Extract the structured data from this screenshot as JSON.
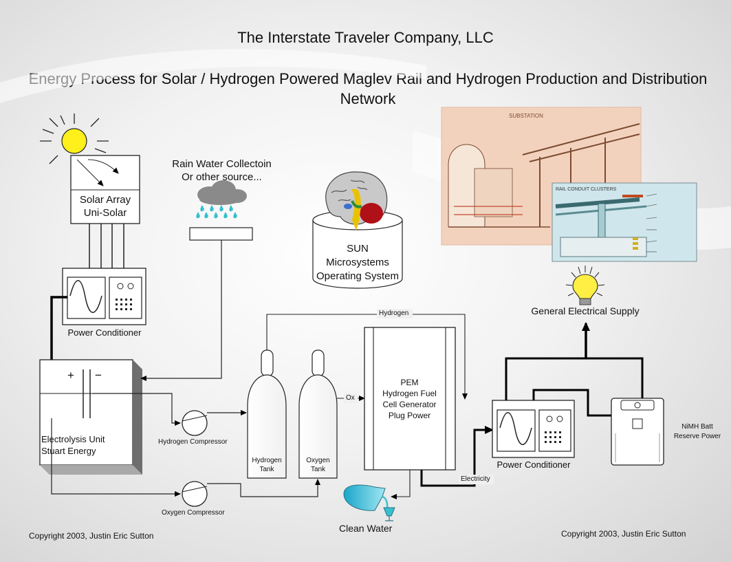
{
  "title": "The Interstate Traveler Company, LLC",
  "subtitle": "Energy Process for Solar / Hydrogen Powered Maglev Rail and Hydrogen Production and Distribution Network",
  "labels": {
    "solar_array_1": "Solar Array",
    "solar_array_2": "Uni-Solar",
    "power_conditioner_left": "Power Conditioner",
    "rain_1": "Rain Water Collectoin",
    "rain_2": "Or other source...",
    "sun_1": "SUN",
    "sun_2": "Microsystems",
    "sun_3": "Operating System",
    "electrolysis_1": "Electrolysis Unit",
    "electrolysis_2": "Stuart Energy",
    "plus": "+",
    "minus": "−",
    "hydrogen_compressor": "Hydrogen Compressor",
    "oxygen_compressor": "Oxygen Compressor",
    "hydrogen_tank_1": "Hydrogen",
    "hydrogen_tank_2": "Tank",
    "oxygen_tank_1": "Oxygen",
    "oxygen_tank_2": "Tank",
    "hydrogen_line": "Hydrogen",
    "ox": "Ox",
    "pem_1": "PEM",
    "pem_2": "Hydrogen Fuel",
    "pem_3": "Cell Generator",
    "pem_4": "Plug Power",
    "electricity": "Electricity",
    "clean_water": "Clean Water",
    "power_conditioner_right": "Power Conditioner",
    "nimh_1": "NiMH Batt",
    "nimh_2": "Reserve Power",
    "general_supply": "General Electrical Supply"
  },
  "copyright_left": "Copyright 2003, Justin Eric Sutton",
  "copyright_right": "Copyright 2003, Justin Eric Sutton",
  "colors": {
    "sun_yellow": "#ffef1a",
    "bulb_yellow": "#ffee44",
    "rain_blue": "#35c0d0",
    "cloud_gray": "#8a8a8a",
    "sketch_bg": "#f3d2bd",
    "sketch2_bg": "#cfe6ec",
    "brain_red": "#b01018"
  }
}
